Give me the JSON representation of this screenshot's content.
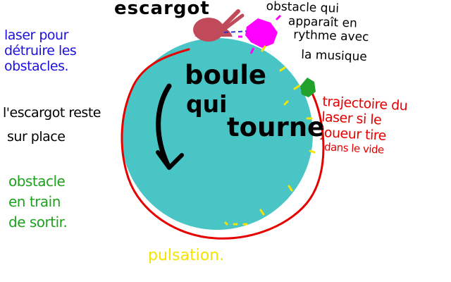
{
  "colors": {
    "ball": "#4ac5c5",
    "trajectory": "#e60000",
    "snail": "#c04a5a",
    "obstacle_music": "#ff00ff",
    "obstacle_emerging": "#22a22a",
    "laser_beam": "#3333cc",
    "pulsation": "#f5e400",
    "label_black": "#000000",
    "label_blue": "#1c10e0",
    "label_red": "#e60000",
    "label_green": "#20a020",
    "label_yellow": "#f5e400"
  },
  "icons": {
    "snail": "snail-icon",
    "arrow": "rotation-arrow-icon",
    "music_obstacle": "magenta-blob-icon",
    "emerging_obstacle": "green-blob-icon"
  },
  "labels": {
    "escargot": "escargot",
    "obstacle_music": [
      "obstacle qui",
      "apparaît en",
      "rythme avec",
      "la musique"
    ],
    "laser": [
      "laser pour",
      "détruire les",
      "obstacles."
    ],
    "snail_stays": [
      "l'escargot reste",
      "sur place"
    ],
    "ball": [
      "boule",
      "qui",
      "tourne"
    ],
    "trajectory": [
      "trajectoire du",
      "laser si le",
      "joueur tire",
      "dans le vide"
    ],
    "emerging_obstacle": [
      "obstacle",
      "en train",
      "de sortir."
    ],
    "pulsation": "pulsation."
  }
}
